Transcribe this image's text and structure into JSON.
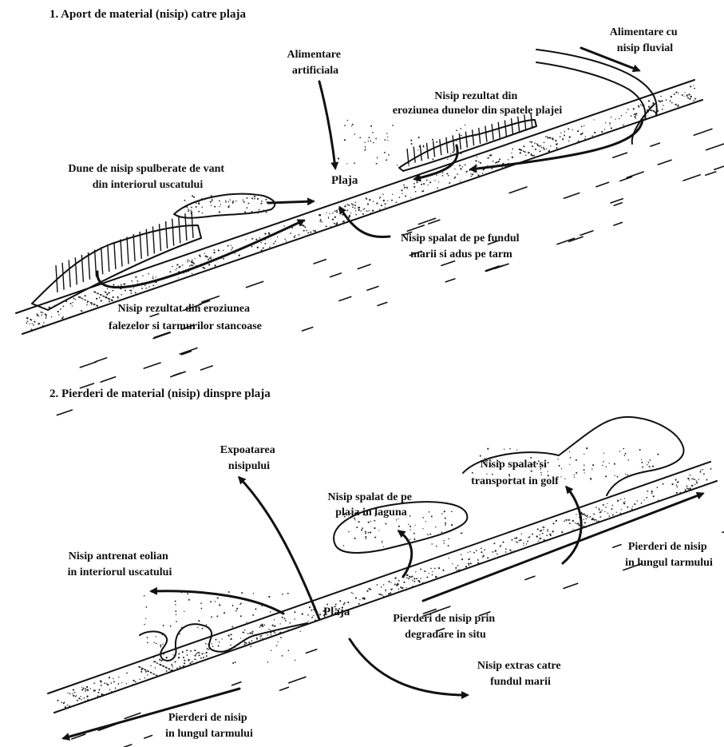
{
  "panel1": {
    "title": "1. Aport de material (nisip) catre plaja",
    "labels": {
      "alimentare_fluvial": [
        "Alimentare cu",
        "nisip fluvial"
      ],
      "alimentare_artificiala": [
        "Alimentare",
        "artificiala"
      ],
      "eroziunea_dunelor": [
        "Nisip rezultat din",
        "eroziunea dunelor din spatele plajei"
      ],
      "dune_vant": [
        "Dune de nisip spulberate de vant",
        "din interiorul uscatului"
      ],
      "plaja": "Plaja",
      "spalat_fundul_marii": [
        "Nisip spalat de pe fundul",
        "marii si adus pe tarm"
      ],
      "eroziunea_falezelor": [
        "Nisip rezultat din eroziunea",
        "falezelor si tarmurilor stancoase"
      ]
    }
  },
  "panel2": {
    "title": "2. Pierderi de material (nisip) dinspre plaja",
    "labels": {
      "expoatarea": [
        "Expoatarea",
        "nisipului"
      ],
      "spalat_golf": [
        "Nisip spalat si",
        "transportat in golf"
      ],
      "spalat_laguna": [
        "Nisip spalat de pe",
        "plaja in laguna"
      ],
      "antrenat_eolian": [
        "Nisip antrenat eolian",
        "in interiorul uscatului"
      ],
      "pierderi_lungul_dreapta": [
        "Pierderi de nisip",
        "in lungul tarmului"
      ],
      "plaja": "Plaja",
      "degradare": [
        "Pierderi de nisip prin",
        "degradare in situ"
      ],
      "extras_fundul": [
        "Nisip extras catre",
        "fundul marii"
      ],
      "pierderi_lungul_stanga": [
        "Pierderi de nisip",
        "in lungul tarmului"
      ]
    }
  }
}
